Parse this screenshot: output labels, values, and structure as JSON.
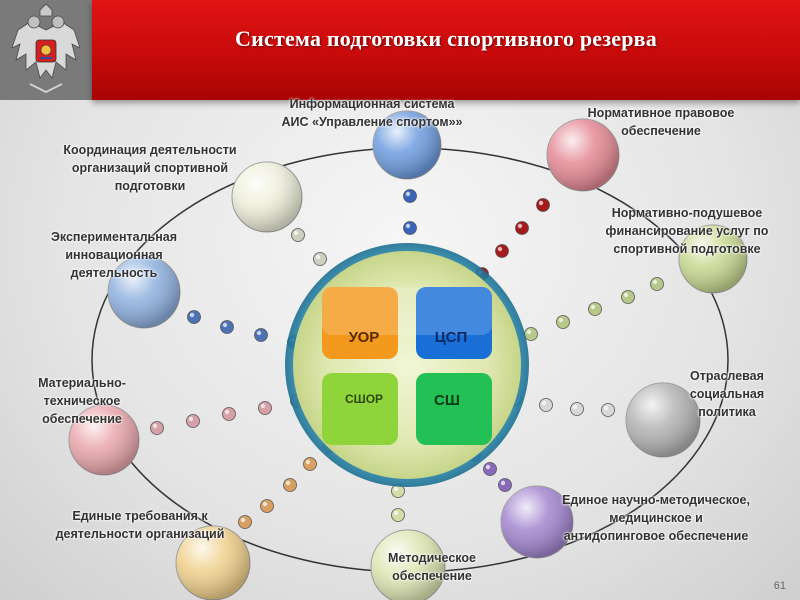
{
  "title": "Система подготовки спортивного резерва",
  "center": {
    "tl": "УОР",
    "tr": "ЦСП",
    "bl": "СШОР",
    "br": "СШ",
    "colors": {
      "tl": "#f39a1e",
      "tr": "#1a6fd6",
      "bl": "#8fd43a",
      "br": "#22c055"
    }
  },
  "nodes": [
    {
      "id": "info",
      "label": [
        "Информационная система",
        "АИС «Управление спортом»»"
      ],
      "color": "#6f9de0"
    },
    {
      "id": "legal",
      "label": [
        "Нормативное правовое",
        "обеспечение"
      ],
      "color": "#e58a95"
    },
    {
      "id": "finance",
      "label": [
        "Нормативно-подушевое",
        "финансирование услуг по",
        "спортивной подготовке"
      ],
      "color": "#c8d891"
    },
    {
      "id": "policy",
      "label": [
        "Отраслевая",
        "социальная",
        "политика"
      ],
      "color": "#b4b4b4"
    },
    {
      "id": "science",
      "label": [
        "Единое научно-методическое,",
        "медицинское и",
        "антидопинговое обеспечение"
      ],
      "color": "#a386cf"
    },
    {
      "id": "method",
      "label": [
        "Методическое",
        "обеспечение"
      ],
      "color": "#dfe6b4"
    },
    {
      "id": "requirements",
      "label": [
        "Единые требования к",
        "деятельности организаций"
      ],
      "color": "#f0d08c"
    },
    {
      "id": "material",
      "label": [
        "Материально-",
        "техническое",
        "обеспечение"
      ],
      "color": "#eaa7ad"
    },
    {
      "id": "innovation",
      "label": [
        "Экспериментальная",
        "инновационная",
        "деятельность"
      ],
      "color": "#8fb1df"
    },
    {
      "id": "coordination",
      "label": [
        "Координация деятельности",
        "организаций спортивной",
        "подготовки"
      ],
      "color": "#eeeedb"
    }
  ],
  "page_number": "61"
}
